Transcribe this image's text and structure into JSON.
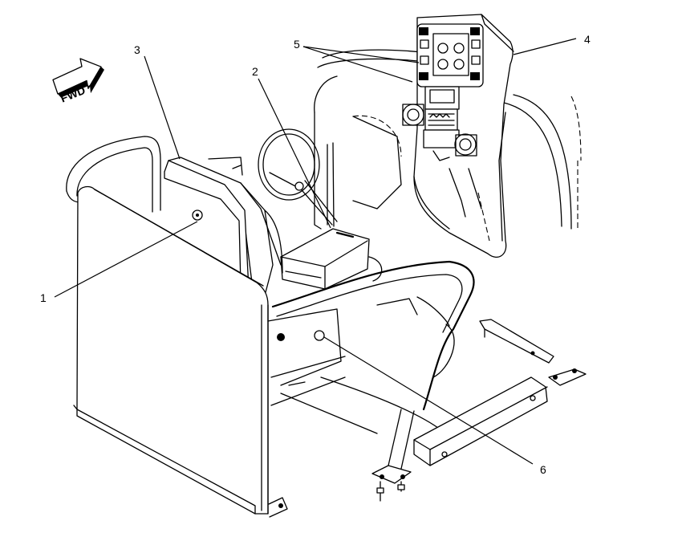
{
  "orientation": {
    "label": "FWD"
  },
  "callouts": [
    {
      "id": "1",
      "label": "1"
    },
    {
      "id": "2",
      "label": "2"
    },
    {
      "id": "3",
      "label": "3"
    },
    {
      "id": "4",
      "label": "4"
    },
    {
      "id": "5",
      "label": "5"
    },
    {
      "id": "6",
      "label": "6"
    }
  ]
}
